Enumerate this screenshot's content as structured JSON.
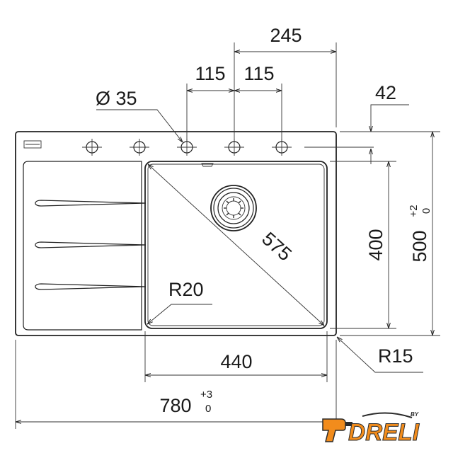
{
  "dimensions": {
    "tap_spacing_total": "245",
    "tap_spacing_left": "115",
    "tap_spacing_right": "115",
    "hole_diameter": "Ø 35",
    "hole_offset": "42",
    "bowl_diagonal": "575",
    "bowl_depth": "400",
    "overall_depth": "500",
    "overall_depth_tol_upper": "+2",
    "overall_depth_tol_lower": "0",
    "inner_radius": "R20",
    "outer_radius": "R15",
    "bowl_width": "440",
    "overall_width": "780",
    "overall_width_tol_upper": "+3",
    "overall_width_tol_lower": "0"
  },
  "logo": {
    "text": "DRELI",
    "superscript": "BY"
  },
  "colors": {
    "line": "#222222",
    "logo_orange": "#f28c1c",
    "logo_dark": "#2b2b2b"
  }
}
